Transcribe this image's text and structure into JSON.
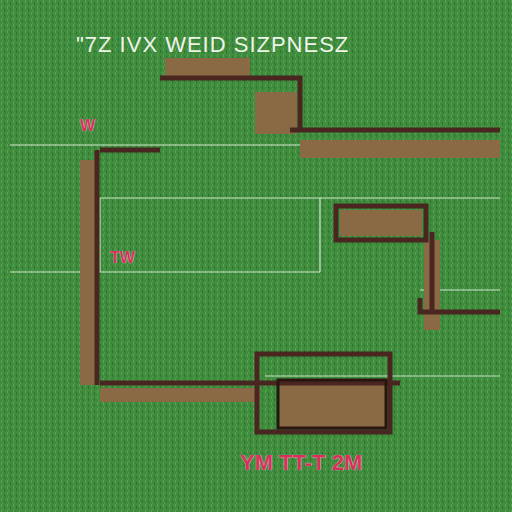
{
  "diagram": {
    "title": "\"7Z IVX WEID SIZPNESZ",
    "labels": [
      "W",
      "TW",
      "YM TT-T 2M"
    ]
  }
}
